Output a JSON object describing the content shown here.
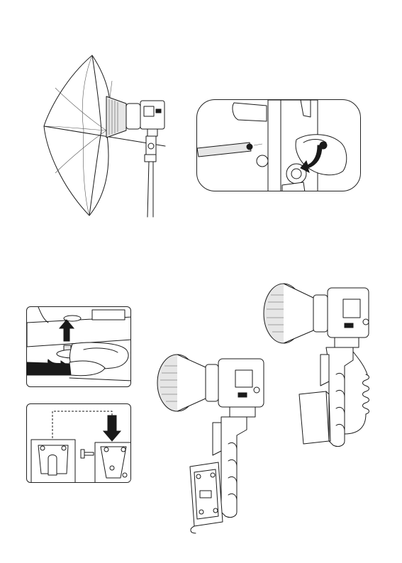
{
  "page": {
    "figures": [
      {
        "id": "umbrella",
        "icon": "umbrella-mount-illustration"
      },
      {
        "id": "umbrella-insert",
        "icon": "umbrella-shaft-insert-illustration"
      },
      {
        "id": "screw",
        "icon": "tighten-screw-illustration"
      },
      {
        "id": "vmount",
        "icon": "v-mount-plate-illustration"
      },
      {
        "id": "handheld-vmount",
        "icon": "handheld-grip-v-mount-illustration"
      },
      {
        "id": "handheld-battery",
        "icon": "handheld-grip-battery-illustration"
      }
    ],
    "colors": {
      "line": "#1a1a1a",
      "paper": "#ffffff",
      "shade": "#e6e6e6"
    }
  }
}
